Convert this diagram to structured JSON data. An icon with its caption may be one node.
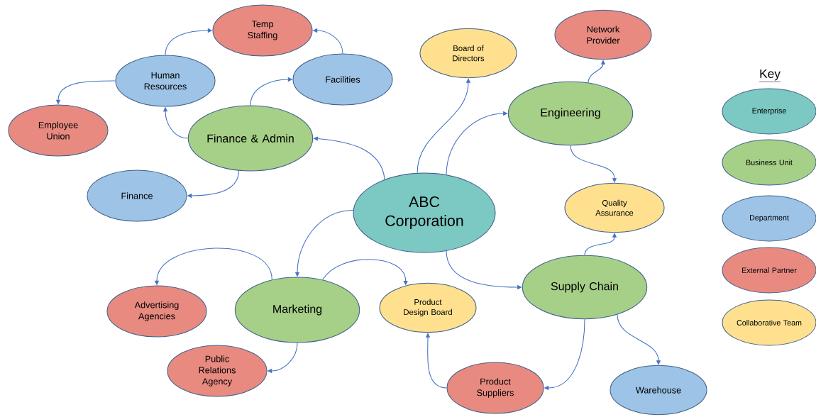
{
  "diagram": {
    "nodes": [
      {
        "text": [
          "ABC Corporation"
        ]
      },
      {
        "text": [
          "Finance & Admin"
        ]
      },
      {
        "text": [
          "Human Resources"
        ]
      },
      {
        "text": [
          "Temp Staffing"
        ]
      },
      {
        "text": [
          "Facilities"
        ]
      },
      {
        "text": [
          "Employee Union"
        ]
      },
      {
        "text": [
          "Finance"
        ]
      },
      {
        "text": [
          "Board of Directors"
        ]
      },
      {
        "text": [
          "Network Provider"
        ]
      },
      {
        "text": [
          "Engineering"
        ]
      },
      {
        "text": [
          "Quality Assurance"
        ]
      },
      {
        "text": [
          "Supply Chain"
        ]
      },
      {
        "text": [
          "Marketing"
        ]
      },
      {
        "text": [
          "Advertising Agencies"
        ]
      },
      {
        "text": [
          "Public Relations Agency"
        ]
      },
      {
        "text": [
          "Product Design Board"
        ]
      },
      {
        "text": [
          "Product Suppliers"
        ]
      },
      {
        "text": [
          "Warehouse"
        ]
      }
    ],
    "edges": [
      {
        "from": 0,
        "to": 1,
        "arrow": "to"
      },
      {
        "from": 0,
        "to": 7,
        "arrow": "to"
      },
      {
        "from": 0,
        "to": 9,
        "arrow": "to"
      },
      {
        "from": 0,
        "to": 12,
        "arrow": "to"
      },
      {
        "from": 0,
        "to": 11,
        "arrow": "to"
      },
      {
        "from": 1,
        "to": 2,
        "arrow": "to"
      },
      {
        "from": 1,
        "to": 4,
        "arrow": "to"
      },
      {
        "from": 1,
        "to": 6,
        "arrow": "to"
      },
      {
        "from": 2,
        "to": 3,
        "arrow": "to"
      },
      {
        "from": 2,
        "to": 5,
        "arrow": "to"
      },
      {
        "from": 4,
        "to": 3,
        "arrow": "to"
      },
      {
        "from": 9,
        "to": 8,
        "arrow": "to"
      },
      {
        "from": 9,
        "to": 10,
        "arrow": "to"
      },
      {
        "from": 11,
        "to": 10,
        "arrow": "to"
      },
      {
        "from": 11,
        "to": 17,
        "arrow": "to"
      },
      {
        "from": 11,
        "to": 16,
        "arrow": "to"
      },
      {
        "from": 16,
        "to": 15,
        "arrow": "to"
      },
      {
        "from": 12,
        "to": 13,
        "arrow": "to"
      },
      {
        "from": 12,
        "to": 14,
        "arrow": "to"
      },
      {
        "from": 12,
        "to": 15,
        "arrow": "to"
      }
    ],
    "labels": [
      "Key"
    ],
    "legend": [
      {
        "text": "Enterprise",
        "color": "#7cc8c2"
      },
      {
        "text": "Business Unit",
        "color": "#a6cf87"
      },
      {
        "text": "Department",
        "color": "#9dc3e6"
      },
      {
        "text": "External Partner",
        "color": "#e88a80"
      },
      {
        "text": "Collaborative Team",
        "color": "#ffe08f"
      }
    ]
  }
}
